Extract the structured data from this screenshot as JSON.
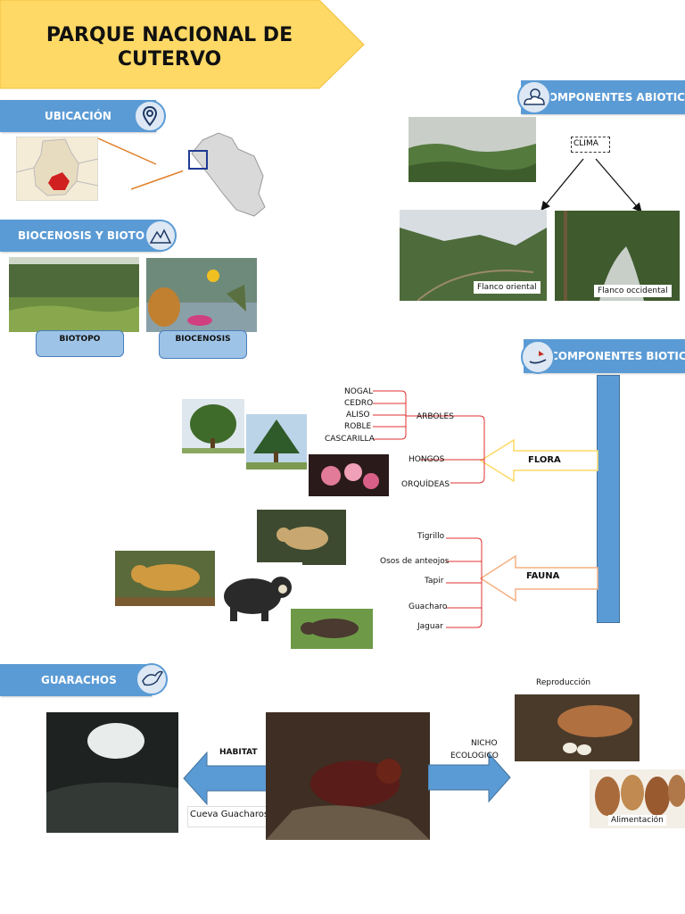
{
  "title": {
    "line1": "PARQUE NACIONAL DE",
    "line2": "CUTERVO"
  },
  "sections": {
    "ubicacion": "UBICACIÓN",
    "biocenosis_biotopo": "BIOCENOSIS Y BIOTOPO",
    "abioticos": "COMPONENTES ABIOTICOS",
    "bioticos": "COMPONENTES BIOTICOS",
    "guarachos": "GUARACHOS"
  },
  "biotopo_label": "BIOTOPO",
  "biocenosis_label": "BIOCENOSIS",
  "abiotic": {
    "clima": "CLIMA",
    "flanco_oriental": "Flanco oriental",
    "flanco_occidental": "Flanco occidental"
  },
  "flora": {
    "label": "FLORA",
    "arboles_label": "ARBOLES",
    "trees": [
      "NOGAL",
      "CEDRO",
      "ALISO",
      "ROBLE",
      "CASCARILLA"
    ],
    "hongos": "HONGOS",
    "orquideas": "ORQUÍDEAS"
  },
  "fauna": {
    "label": "FAUNA",
    "animals": [
      "Tigrillo",
      "Osos de anteojos",
      "Tapir",
      "Guacharo",
      "Jaguar"
    ]
  },
  "guacharos": {
    "habitat": "HABITAT",
    "cueva": "Cueva Guacharos",
    "nicho_line1": "NICHO",
    "nicho_line2": "ECOLOGICO",
    "reproduccion": "Reproducción",
    "alimentacion": "Alimentación"
  },
  "colors": {
    "banner": "#ffd966",
    "section_blue": "#5b9bd5",
    "caption_blue": "#9dc3e6",
    "red_bracket": "#e03030",
    "arrow_orange": "#f4b183",
    "arrow_yellow": "#ffd966"
  }
}
